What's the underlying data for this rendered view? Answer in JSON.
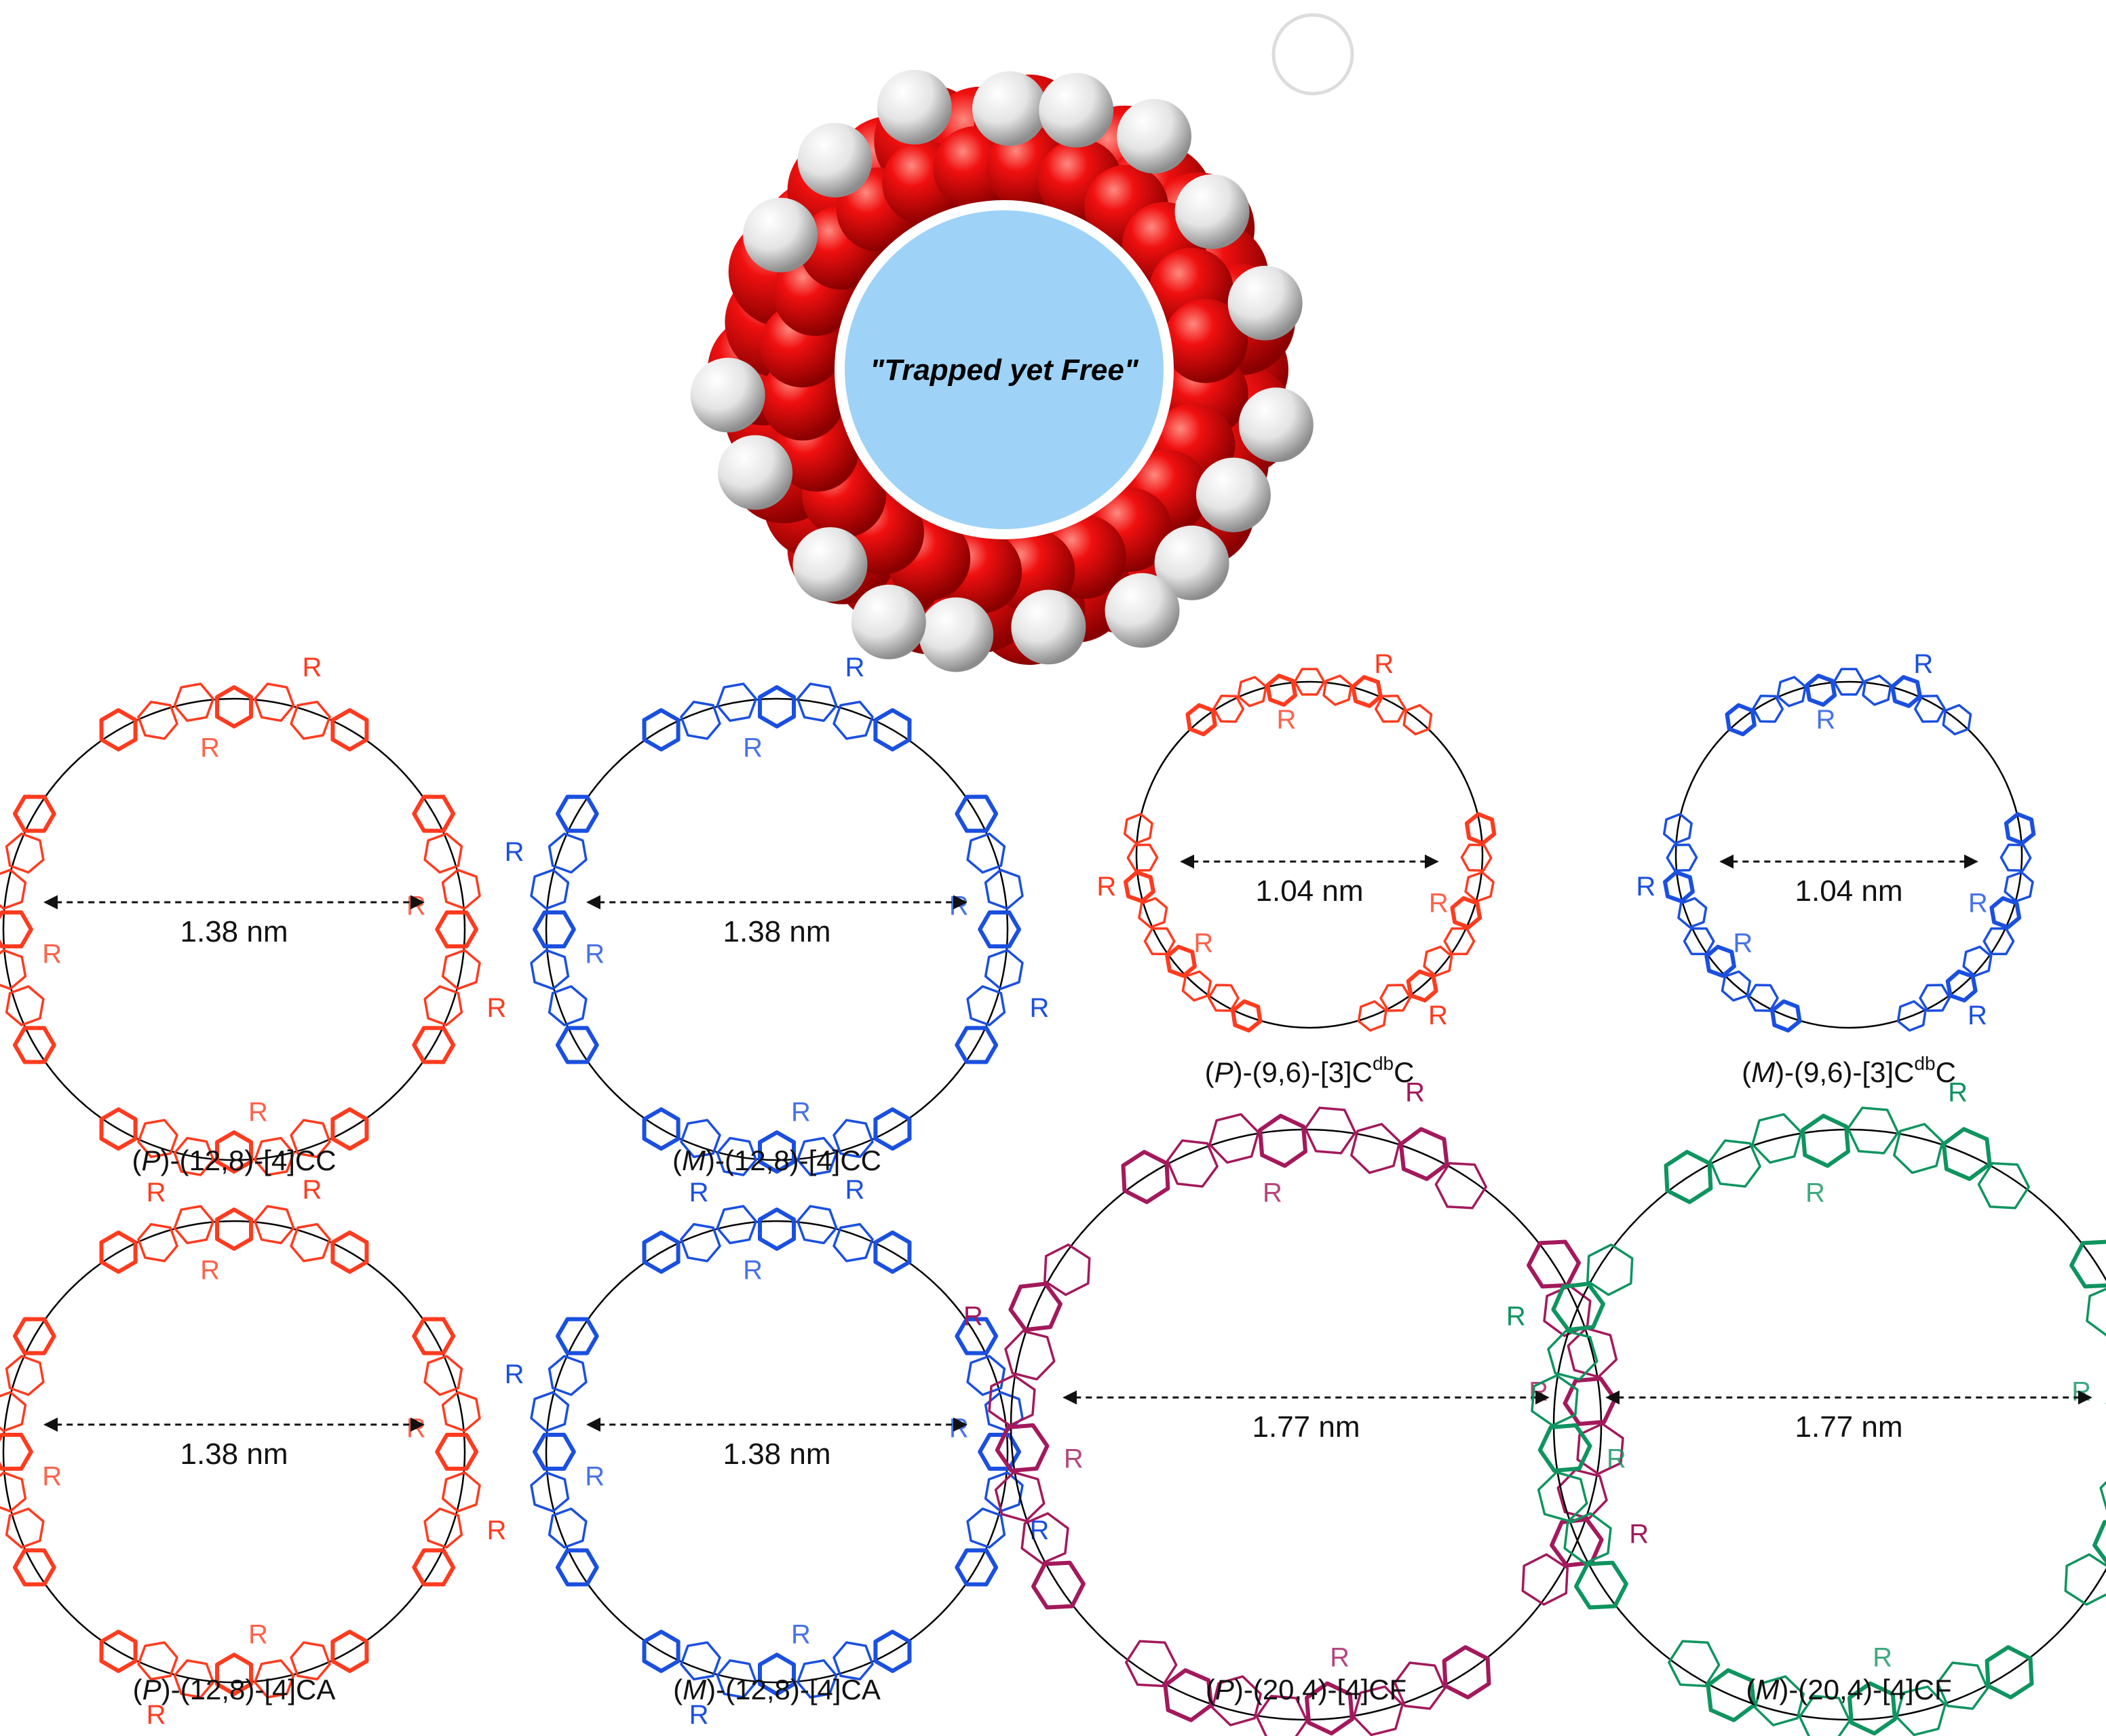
{
  "hero": {
    "caption": "\"Trapped yet Free\"",
    "ring_color": "#e8000b",
    "atom_color": "#eeeeee",
    "cavity_color": "#9ed3f7"
  },
  "molecules": [
    {
      "id": "p-12-8-4cc",
      "name_prefix": "(",
      "chirality": "P",
      "name_suffix": ")-(12,8)-[4]CC",
      "superscript": "",
      "distance": "1.38 nm",
      "color": "#ff3b1f",
      "r_label": "R"
    },
    {
      "id": "m-12-8-4cc",
      "name_prefix": "(",
      "chirality": "M",
      "name_suffix": ")-(12,8)-[4]CC",
      "superscript": "",
      "distance": "1.38 nm",
      "color": "#1a4fe0",
      "r_label": "R"
    },
    {
      "id": "p-9-6-3cdbc",
      "name_prefix": "(",
      "chirality": "P",
      "name_suffix": ")-(9,6)-[3]C",
      "superscript": "db",
      "name_end": "C",
      "distance": "1.04 nm",
      "color": "#ff3b1f",
      "r_label": "R"
    },
    {
      "id": "m-9-6-3cdbc",
      "name_prefix": "(",
      "chirality": "M",
      "name_suffix": ")-(9,6)-[3]C",
      "superscript": "db",
      "name_end": "C",
      "distance": "1.04 nm",
      "color": "#1a4fe0",
      "r_label": "R"
    },
    {
      "id": "p-12-8-4ca",
      "name_prefix": "(",
      "chirality": "P",
      "name_suffix": ")-(12,8)-[4]CA",
      "superscript": "",
      "distance": "1.38 nm",
      "color": "#ff3b1f",
      "r_label": "R"
    },
    {
      "id": "m-12-8-4ca",
      "name_prefix": "(",
      "chirality": "M",
      "name_suffix": ")-(12,8)-[4]CA",
      "superscript": "",
      "distance": "1.38 nm",
      "color": "#1a4fe0",
      "r_label": "R"
    },
    {
      "id": "p-20-4-4cf",
      "name_prefix": "(",
      "chirality": "P",
      "name_suffix": ")-(20,4)-[4]CF",
      "superscript": "",
      "distance": "1.77 nm",
      "color": "#a3195b",
      "r_label": "R"
    },
    {
      "id": "m-20-4-4cf",
      "name_prefix": "(",
      "chirality": "M",
      "name_suffix": ")-(20,4)-[4]CF",
      "superscript": "",
      "distance": "1.77 nm",
      "color": "#0f9460",
      "r_label": "R"
    }
  ]
}
